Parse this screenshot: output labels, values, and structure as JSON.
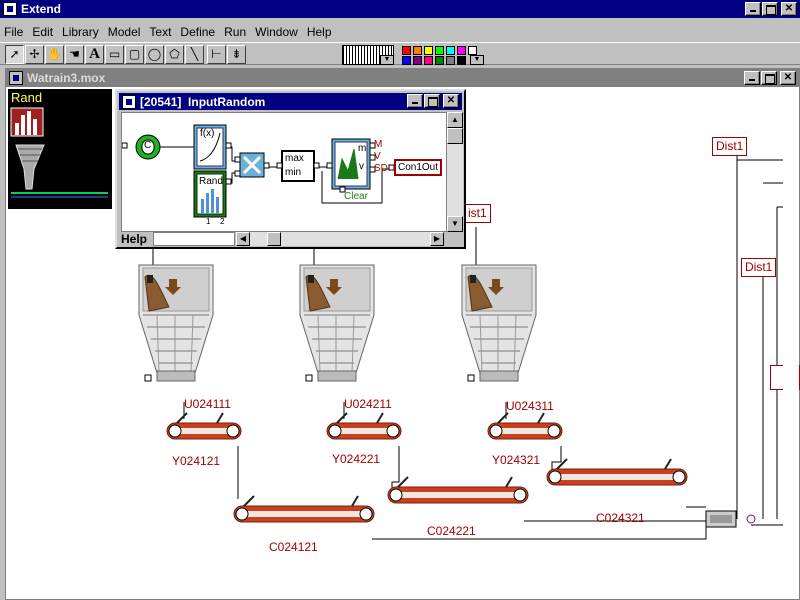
{
  "app": {
    "title": "Extend"
  },
  "menu": [
    "File",
    "Edit",
    "Library",
    "Model",
    "Text",
    "Define",
    "Run",
    "Window",
    "Help"
  ],
  "document": {
    "title": "Watrain3.mox"
  },
  "rand_panel": {
    "label": "Rand"
  },
  "dialog": {
    "title": "[20541]  InputRandom",
    "help_label": "Help",
    "blocks": {
      "constant": "C",
      "fx": "f(x)",
      "rand": "Rand",
      "port_1": "1",
      "port_2": "2",
      "max": "max",
      "min": "min",
      "mean": "m",
      "variance": "v",
      "clear": "Clear",
      "out_m": "M",
      "out_v": "V",
      "out_sd": "SD",
      "con_out": "Con1Out"
    }
  },
  "model": {
    "dist_blocks": [
      "Dist1",
      "Dist1",
      "ist1"
    ],
    "hoppers": [
      "U024111",
      "U024211",
      "U024311"
    ],
    "short_conveyors": [
      "Y024121",
      "Y024221",
      "Y024321"
    ],
    "long_conveyors": [
      "C024121",
      "C024221",
      "C024321"
    ]
  },
  "colors": {
    "titlebar_active": "#000080",
    "titlebar_inactive": "#808080",
    "label_red": "#a00000",
    "conveyor": "#c8401c"
  }
}
